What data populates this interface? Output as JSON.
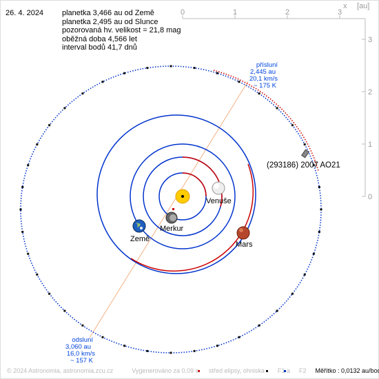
{
  "header": {
    "date": "26. 4. 2024",
    "info_lines": [
      "planetka 3,466 au od Země",
      "planetka 2,495 au od Slunce",
      "pozorovaná hv. velikost = 21,8 mag",
      "oběžná doba 4,566 let",
      "interval bodů 41,7 dnů"
    ]
  },
  "axes": {
    "x_ticks": [
      "0",
      "1",
      "2",
      "3"
    ],
    "x_label": "x",
    "unit": "[au]",
    "y_ticks": [
      "3",
      "2",
      "1",
      "0"
    ]
  },
  "bodies": {
    "venus": "Venuše",
    "earth": "Země",
    "mercury": "Merkur",
    "mars": "Mars",
    "asteroid": "(293186) 2007 AO21"
  },
  "perihelion": {
    "title": "přísluní",
    "dist": "2,445 au",
    "speed": "20,1 km/s",
    "temp": "~ 175 K"
  },
  "aphelion": {
    "title": "odsluní",
    "dist": "3,060 au",
    "speed": "16,0 km/s",
    "temp": "~ 157 K"
  },
  "footer": {
    "copyright": "© 2024 Astronomia, astronomia.zcu.cz",
    "generated": "Vygenerováno za 0,09 s",
    "legend_center": "střed elipsy, ohniska",
    "legend_f1": "F1 a",
    "legend_f2": "F2",
    "scale": "Měřítko : 0,0132 au/bod"
  },
  "colors": {
    "orbit_blue": "#0033cc",
    "orbit_red": "#cc0000",
    "sun": "#ffcc00",
    "apsis_line": "#f4b183",
    "axis_gray": "#aaaaaa",
    "label_blue": "#0044dd"
  }
}
